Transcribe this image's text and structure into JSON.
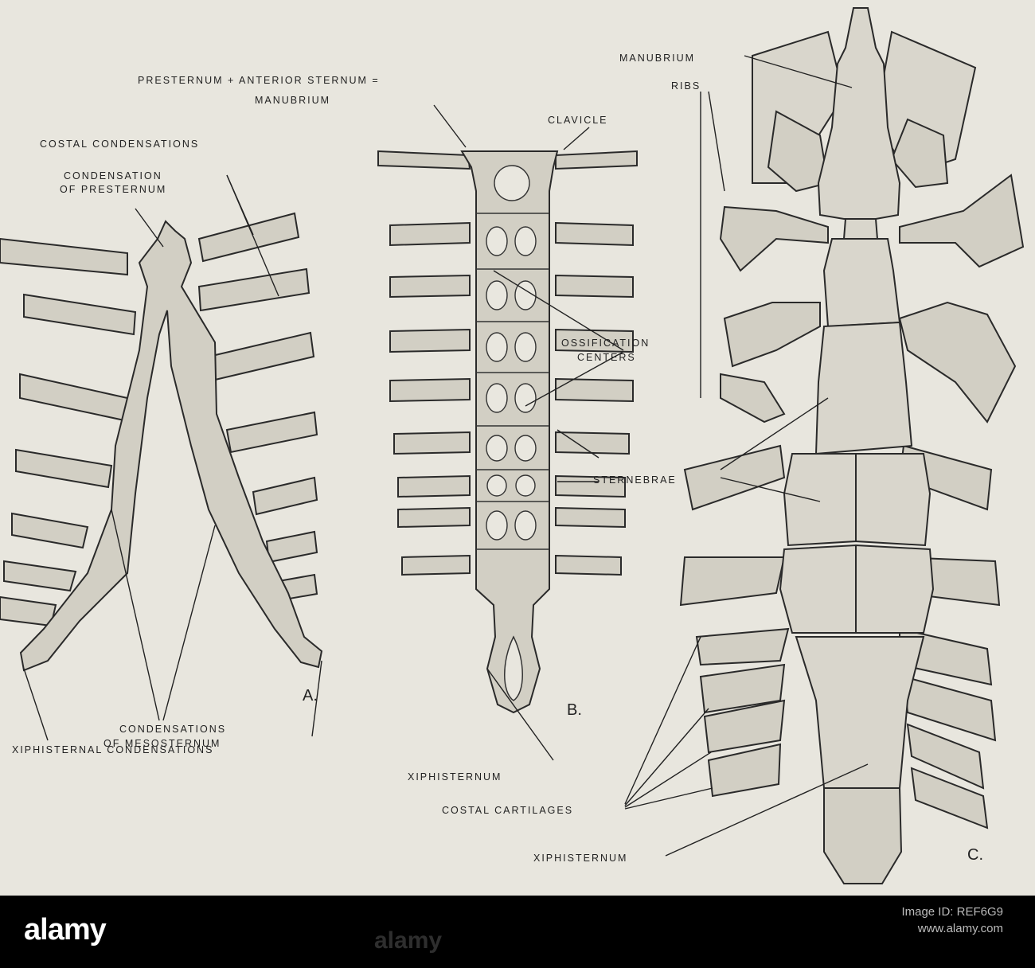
{
  "labels": {
    "presternum_anterior": "PRESTERNUM + ANTERIOR STERNUM =",
    "manubrium_b": "MANUBRIUM",
    "costal_condensations": "COSTAL CONDENSATIONS",
    "condensation_presternum_1": "CONDENSATION",
    "condensation_presternum_2": "OF PRESTERNUM",
    "clavicle": "CLAVICLE",
    "manubrium_c": "MANUBRIUM",
    "ribs": "RIBS",
    "ossification_1": "OSSIFICATION",
    "ossification_2": "CENTERS",
    "sternebrae": "STERNEBRAE",
    "mesosternum_1": "CONDENSATIONS",
    "mesosternum_2": "OF MESOSTERNUM",
    "xiphisternal_condensations": "XIPHISTERNAL CONDENSATIONS",
    "xiphisternum_b": "XIPHISTERNUM",
    "costal_cartilages": "COSTAL CARTILAGES",
    "xiphisternum_c": "XIPHISTERNUM"
  },
  "panels": {
    "a": "A.",
    "b": "B.",
    "c": "C."
  },
  "footer": {
    "logo": "alamy",
    "watermark": "alamy",
    "image_id_label": "Image ID: REF6G9",
    "site": "www.alamy.com"
  },
  "colors": {
    "background": "#e8e6de",
    "line": "#2a2a2a",
    "footer": "#000000"
  }
}
